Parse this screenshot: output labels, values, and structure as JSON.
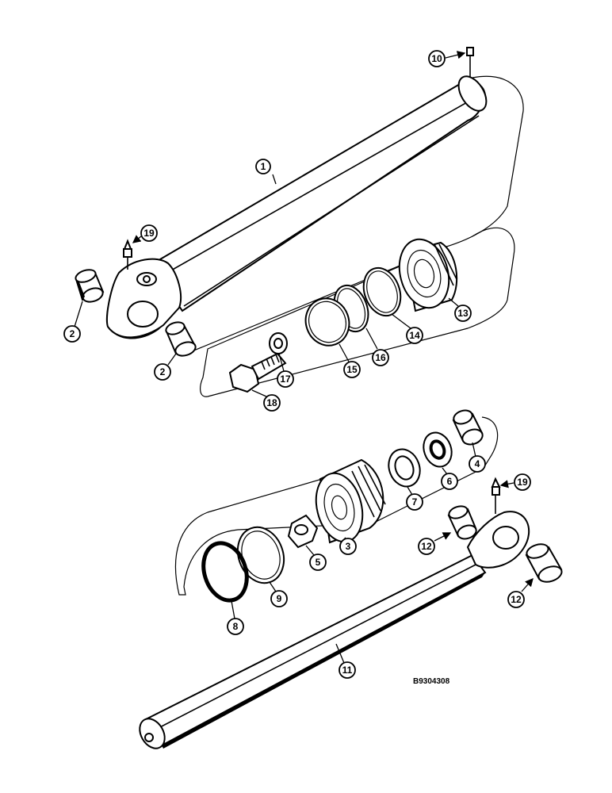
{
  "drawing_code": "B9304308",
  "callouts": {
    "c1": "1",
    "c2a": "2",
    "c2b": "2",
    "c3": "3",
    "c4": "4",
    "c5": "5",
    "c6": "6",
    "c7": "7",
    "c8": "8",
    "c9": "9",
    "c10": "10",
    "c11": "11",
    "c12a": "12",
    "c12b": "12",
    "c13": "13",
    "c14": "14",
    "c15": "15",
    "c16": "16",
    "c17": "17",
    "c18": "18",
    "c19a": "19",
    "c19b": "19"
  }
}
